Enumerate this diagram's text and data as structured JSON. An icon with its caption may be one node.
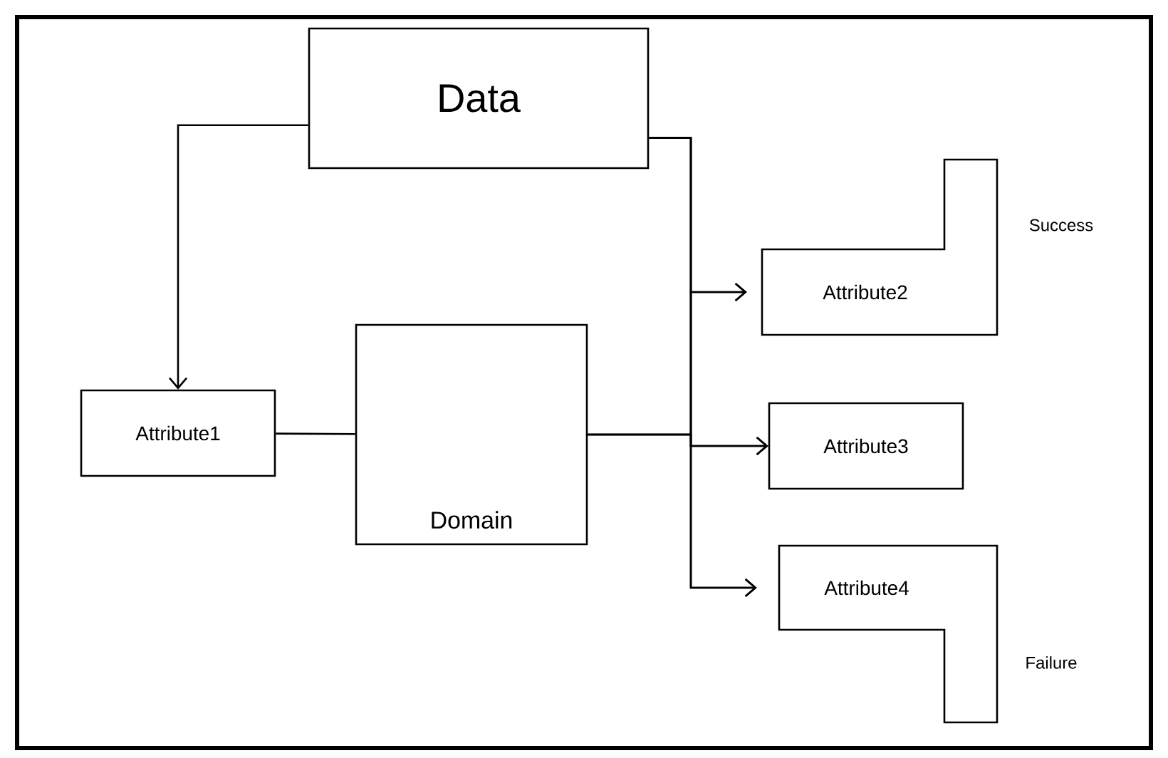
{
  "diagram": {
    "nodes": [
      {
        "text": [
          "Data"
        ]
      },
      {
        "text": [
          "Attribute1"
        ]
      },
      {
        "text": [
          "Domain"
        ]
      },
      {
        "text": [
          "Attribute2"
        ],
        "beside": [
          "Success"
        ]
      },
      {
        "text": [
          "Attribute3"
        ]
      },
      {
        "text": [
          "Attribute4"
        ],
        "beside": [
          "Failure"
        ]
      }
    ],
    "edges": [
      {
        "from": 0,
        "to": 1,
        "arrow": "to"
      },
      {
        "from": 1,
        "to": 2,
        "arrow": "none"
      },
      {
        "from": 0,
        "to": 3,
        "arrow": "to"
      },
      {
        "from": 0,
        "to": 4,
        "arrow": "to"
      },
      {
        "from": 0,
        "to": 5,
        "arrow": "to"
      },
      {
        "from": 2,
        "to": 3,
        "arrow": "to"
      },
      {
        "from": 2,
        "to": 4,
        "arrow": "to"
      },
      {
        "from": 2,
        "to": 5,
        "arrow": "to"
      }
    ]
  }
}
